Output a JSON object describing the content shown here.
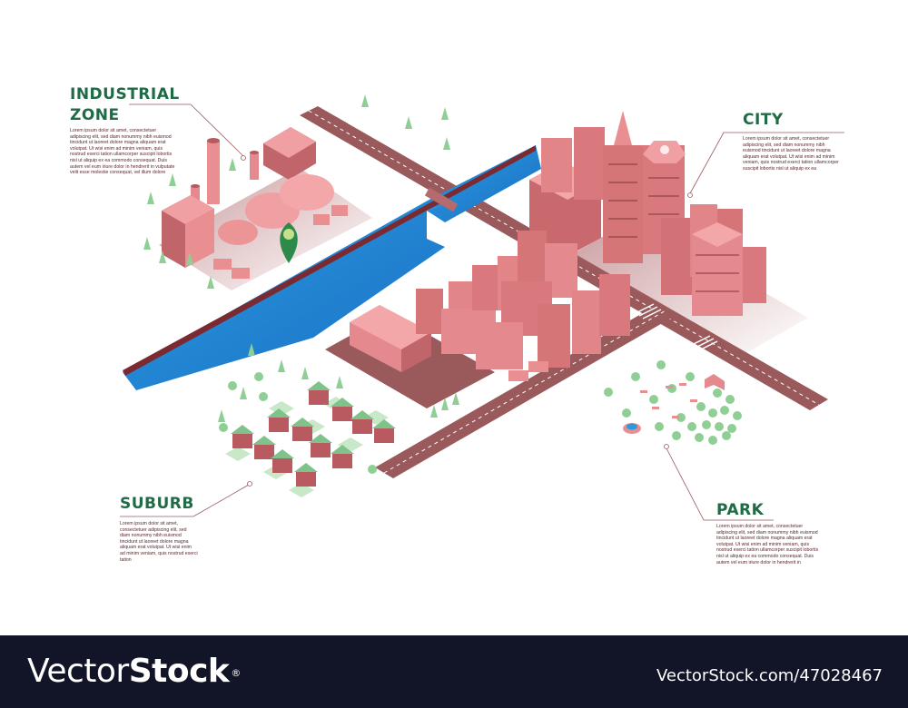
{
  "labels": {
    "industrial": {
      "title_line1": "INDUSTRIAL",
      "title_line2": "ZONE",
      "body": "Lorem ipsum dolor sit amet, consectetuer adipiscing elit, sed diam nonummy nibh euismod tincidunt ut laoreet dolore magna aliquam erat volutpat. Ut wisi enim ad minim veniam, quis nostrud exerci tation ullamcorper suscipit lobortis nisl ut aliquip ex ea commodo consequat. Duis autem vel eum iriure dolor in hendrerit in vulputate velit esse molestie consequat, vel illum dolore"
    },
    "city": {
      "title": "CITY",
      "body": "Lorem ipsum dolor sit amet, consectetuer adipiscing elit, sed diam nonummy nibh euismod tincidunt ut laoreet dolore magna aliquam erat volutpat. Ut wisi enim ad minim veniam, quis nostrud exerci tation ullamcorper suscipit lobortis nisl ut aliquip ex ea"
    },
    "suburb": {
      "title": "SUBURB",
      "body": "Lorem ipsum dolor sit amet, consectetuer adipiscing elit, sed diam nonummy nibh euismod tincidunt ut laoreet dolore magna aliquam erat volutpat. Ut wisi enim ad minim veniam, quis nostrud exerci tation"
    },
    "park": {
      "title": "PARK",
      "body": "Lorem ipsum dolor sit amet, consectetuer adipiscing elit, sed diam nonummy nibh euismod tincidunt ut laoreet dolore magna aliquam erat volutpat. Ut wisi enim ad minim veniam, quis nostrud exerci tation ullamcorper suscipit lobortis nisl ut aliquip ex ea commodo consequat. Duis autem vel eum iriure dolor in hendrerit in"
    }
  },
  "colors": {
    "title_green": "#1f6b45",
    "body_text": "#5a2a2e",
    "building": "#e98f92",
    "road": "#9a5a5c",
    "river": "#2a8fd6",
    "tree": "#8fcf95",
    "footer_bg": "#121427"
  },
  "footer": {
    "brand_thin": "Vector",
    "brand_bold": "Stock",
    "brand_mark": "®",
    "image_id": "VectorStock.com/47028467"
  }
}
